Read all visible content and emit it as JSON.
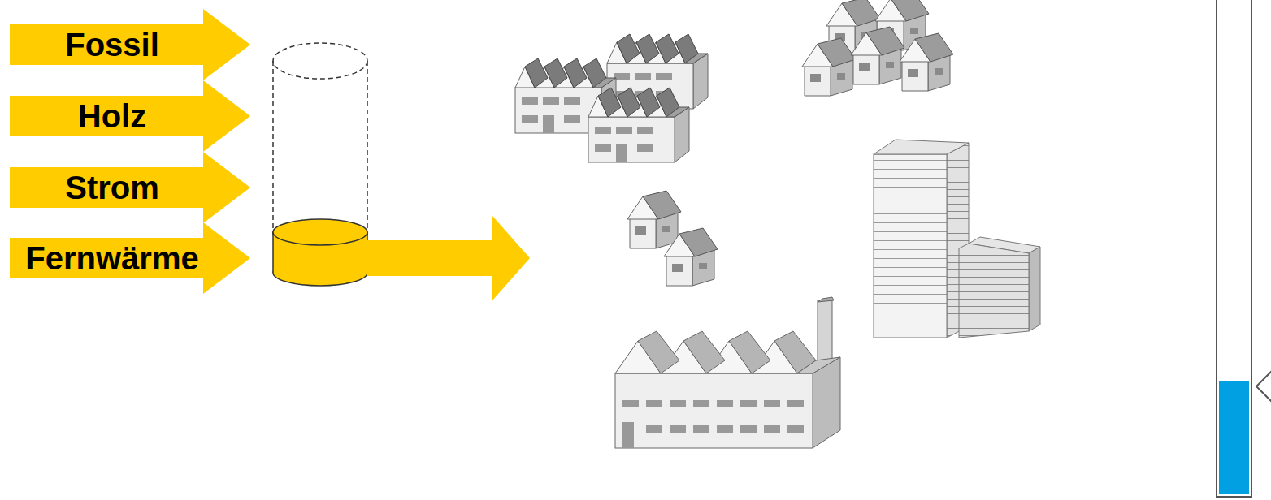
{
  "diagram": {
    "nodes": [
      {
        "text": [
          "Fossil"
        ]
      },
      {
        "text": [
          "Holz"
        ]
      },
      {
        "text": [
          "Strom"
        ]
      },
      {
        "text": [
          "Fernwärme"
        ]
      }
    ]
  }
}
